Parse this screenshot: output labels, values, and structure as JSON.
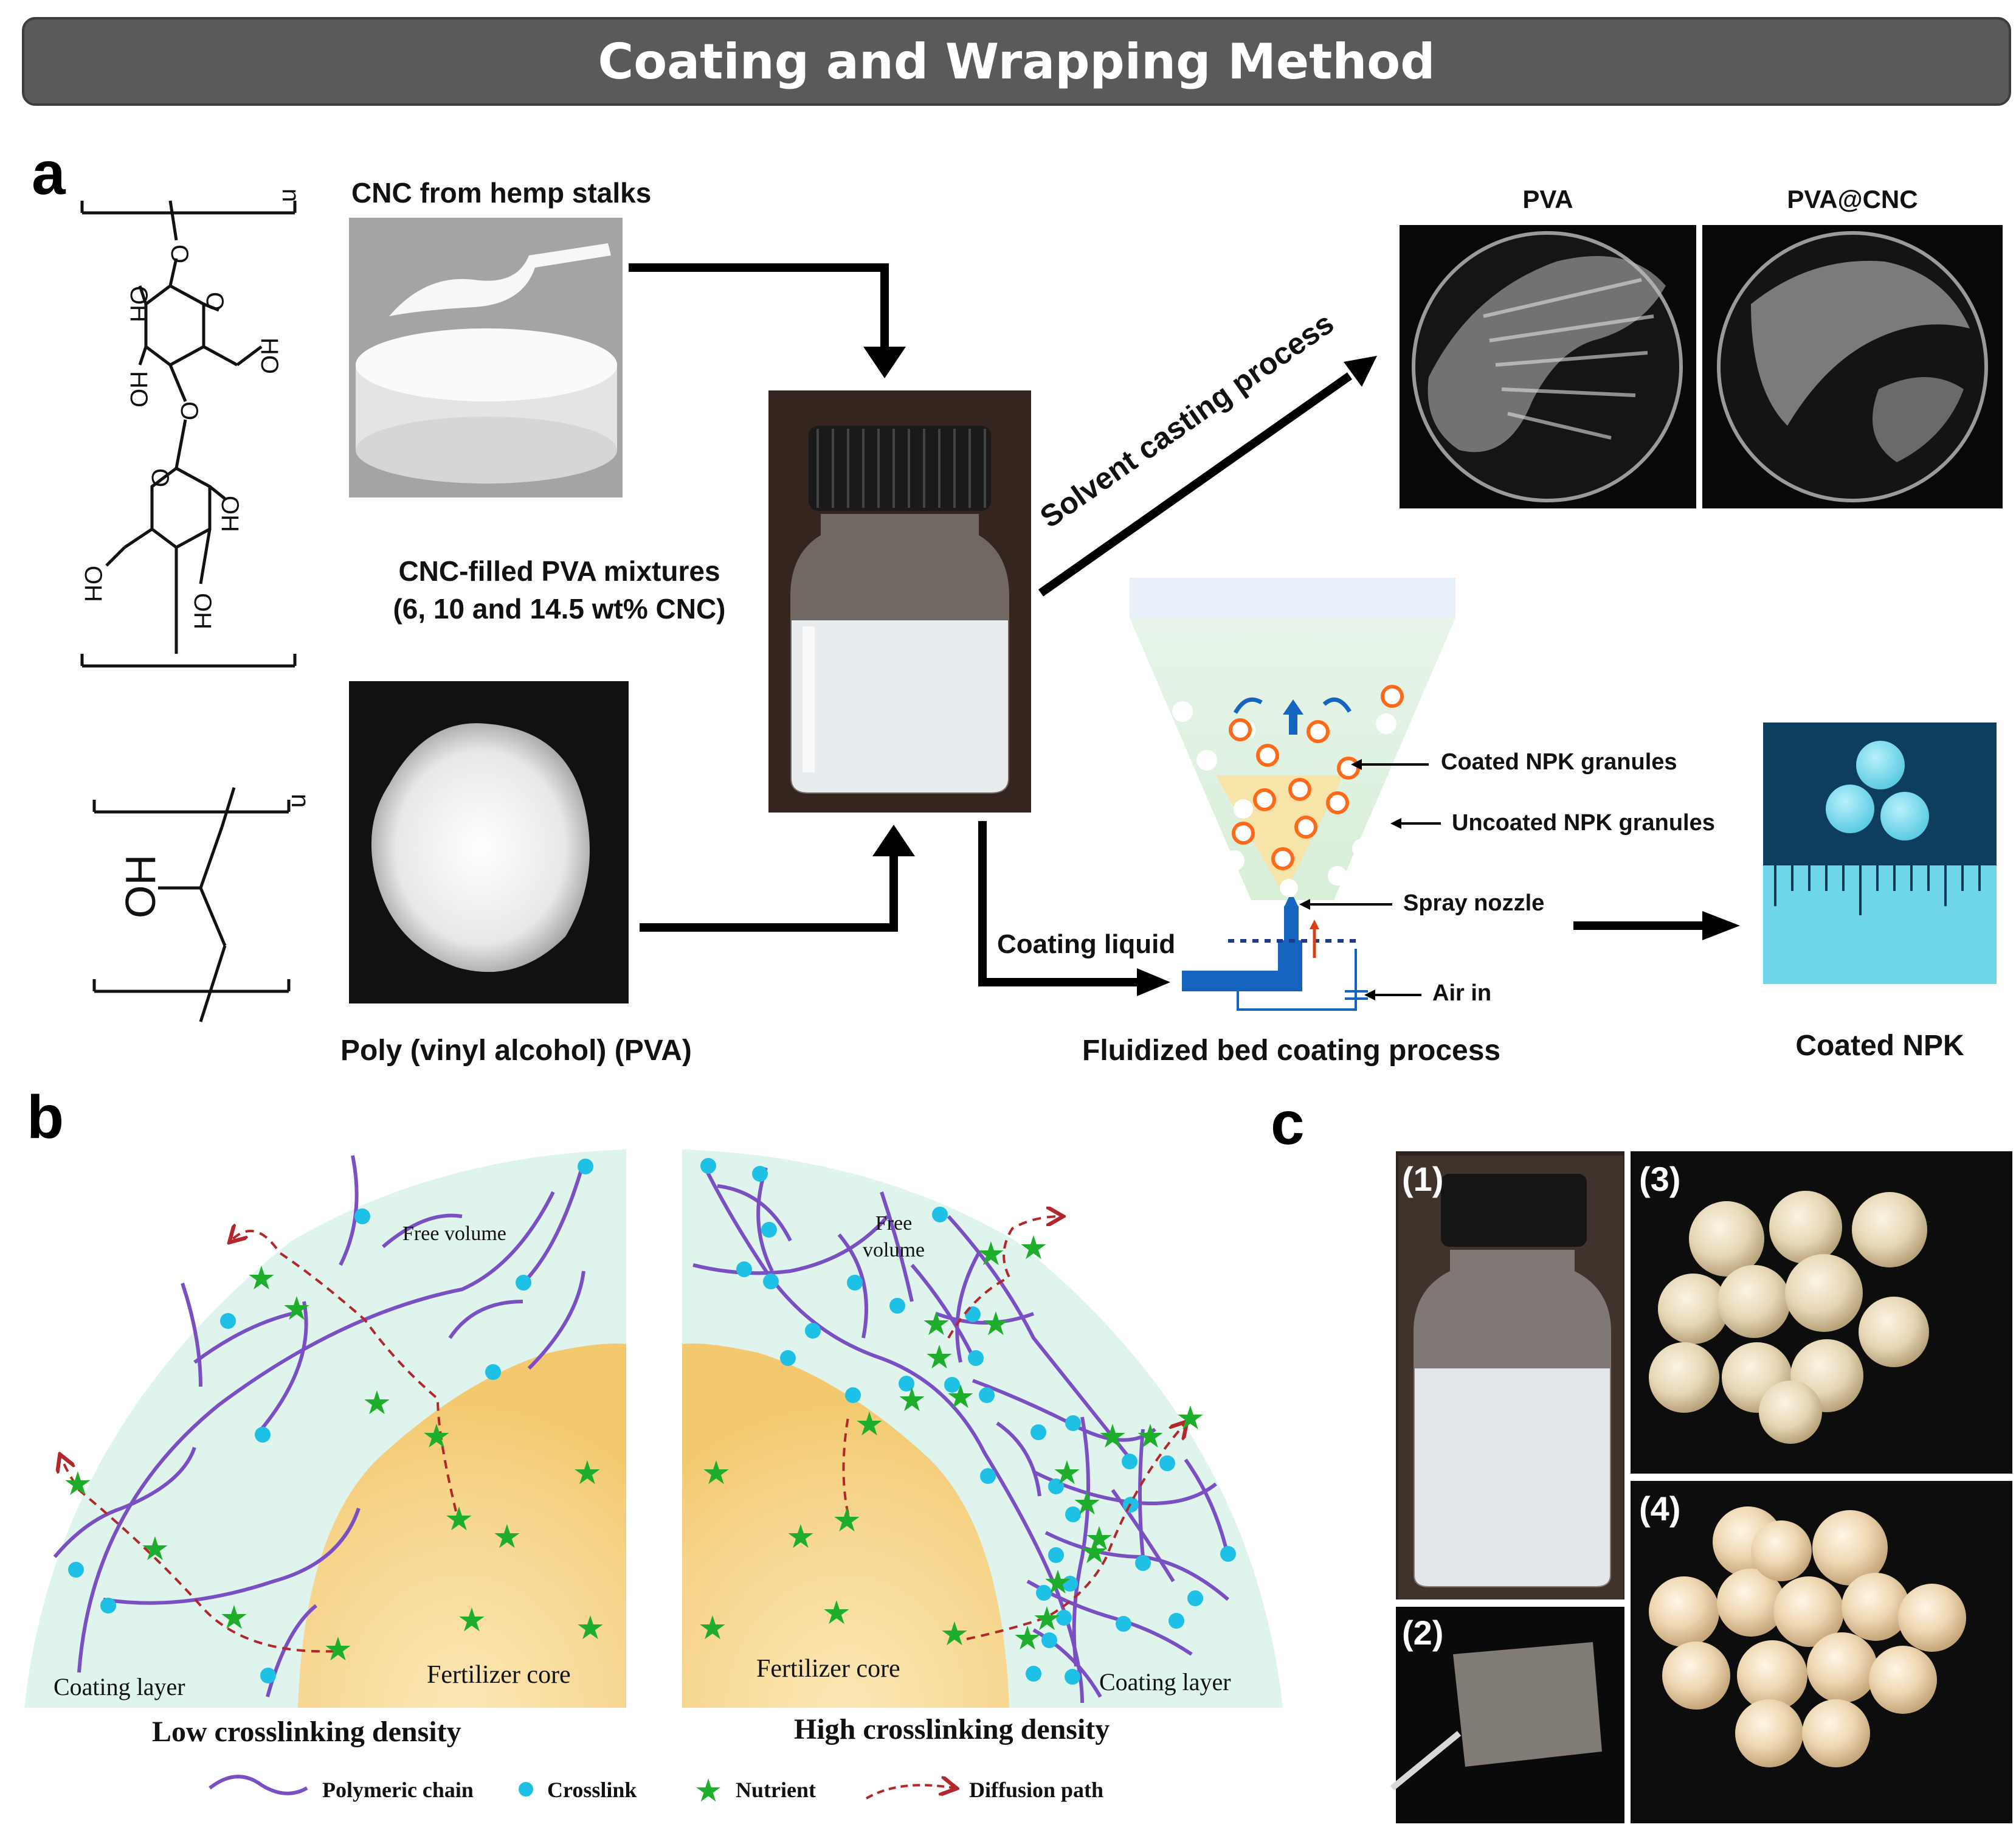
{
  "title": "Coating and Wrapping Method",
  "panels": {
    "a": "a",
    "b": "b",
    "c": "c"
  },
  "panel_a": {
    "cnc_label": "CNC from hemp stalks",
    "pva_label": "Poly (vinyl alcohol) (PVA)",
    "mixture_label_line1": "CNC-filled PVA mixtures",
    "mixture_label_line2": "(6, 10 and 14.5 wt% CNC)",
    "solvent_casting": "Solvent casting process",
    "film_pva": "PVA",
    "film_pva_cnc": "PVA@CNC",
    "coating_liquid": "Coating liquid",
    "coated_granules": "Coated NPK granules",
    "uncoated_granules": "Uncoated NPK granules",
    "spray_nozzle": "Spray nozzle",
    "air_in": "Air in",
    "fluidized_bed": "Fluidized bed coating process",
    "coated_npk": "Coated NPK",
    "repeat_n": "n",
    "hydroxyl": "OH",
    "hydroxyl_alt": "HO",
    "ring_oxygen": "O"
  },
  "panel_b": {
    "free_volume_left": "Free volume",
    "free_volume_right_1": "Free",
    "free_volume_right_2": "volume",
    "coating_layer_left": "Coating layer",
    "coating_layer_right": "Coating layer",
    "fertilizer_core_left": "Fertilizer core",
    "fertilizer_core_right": "Fertilizer core",
    "low_density": "Low crosslinking density",
    "high_density": "High crosslinking density",
    "legend": {
      "chain": "Polymeric chain",
      "crosslink": "Crosslink",
      "nutrient": "Nutrient",
      "diffusion": "Diffusion path"
    }
  },
  "panel_c": {
    "sub1": "(1)",
    "sub2": "(2)",
    "sub3": "(3)",
    "sub4": "(4)"
  },
  "colors": {
    "banner": "#5a5a5a",
    "chain": "#7b4fc4",
    "crosslink": "#1ec0e6",
    "nutrient": "#1fae2b",
    "diffusion": "#b3262a",
    "coating_bg": "#dff4ec",
    "core": "#f6d48a",
    "granule_ring": "#ff6a1a",
    "nozzle": "#1565c0",
    "coated_npk": "#6fd6ea"
  }
}
